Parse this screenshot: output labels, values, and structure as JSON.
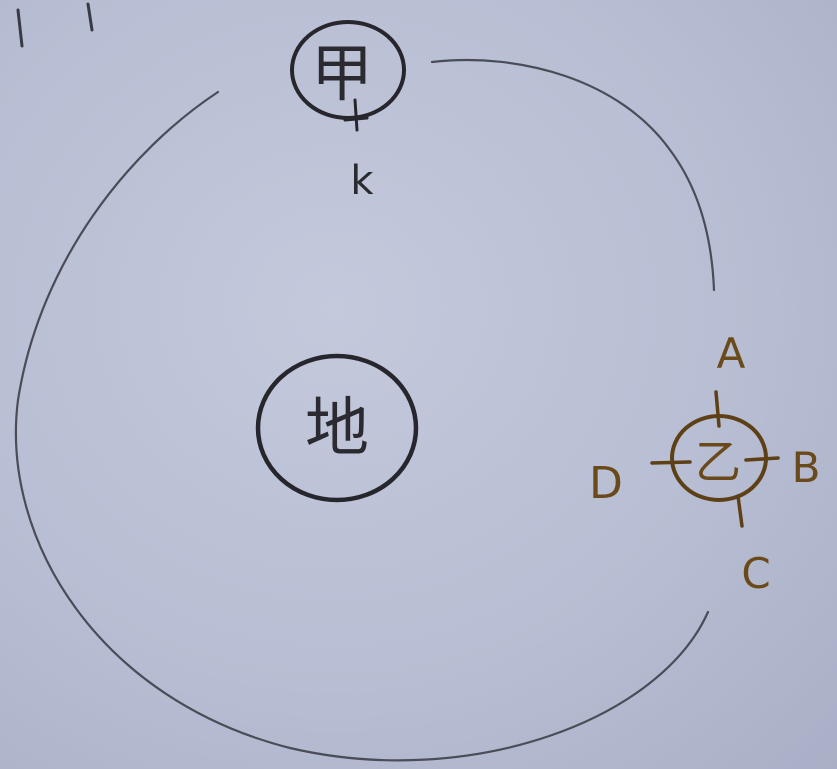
{
  "diagram": {
    "earth_label": "地",
    "satellite_jia": {
      "label": "甲",
      "point_label": "k"
    },
    "satellite_yi": {
      "label": "乙",
      "points": [
        "A",
        "B",
        "C",
        "D"
      ]
    }
  },
  "colors": {
    "paper": "#b9bfd4",
    "ink": "#2a2a30",
    "orbit": "#4a4c58",
    "pencil_orange": "#6a4a1a"
  }
}
